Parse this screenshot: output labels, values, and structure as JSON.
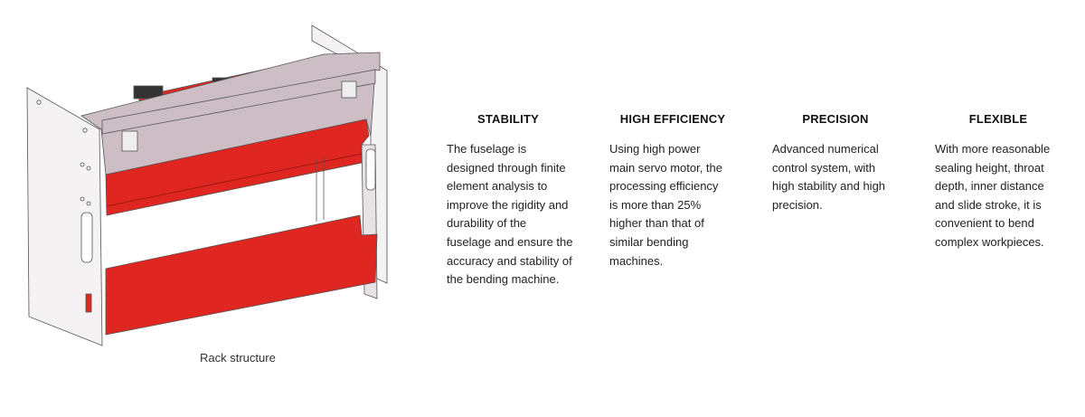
{
  "figure": {
    "caption": "Rack structure",
    "colors": {
      "panel": "#f4f2f3",
      "back_panel": "#cdbec6",
      "red": "#e02621",
      "outline": "#555555"
    }
  },
  "features": [
    {
      "title": "STABILITY",
      "text": "The fuselage is designed through finite element analysis to improve the rigidity and durability of the fuselage and ensure the accuracy and stability of the bending machine."
    },
    {
      "title": "HIGH EFFICIENCY",
      "text": "Using high power main servo motor, the processing efficiency is more than 25% higher than that of similar bending machines."
    },
    {
      "title": "PRECISION",
      "text": "Advanced numerical control system, with high stability and high precision."
    },
    {
      "title": "FLEXIBLE",
      "text": "With more reasonable sealing height, throat depth, inner distance and slide stroke, it is convenient to bend complex workpieces."
    }
  ]
}
